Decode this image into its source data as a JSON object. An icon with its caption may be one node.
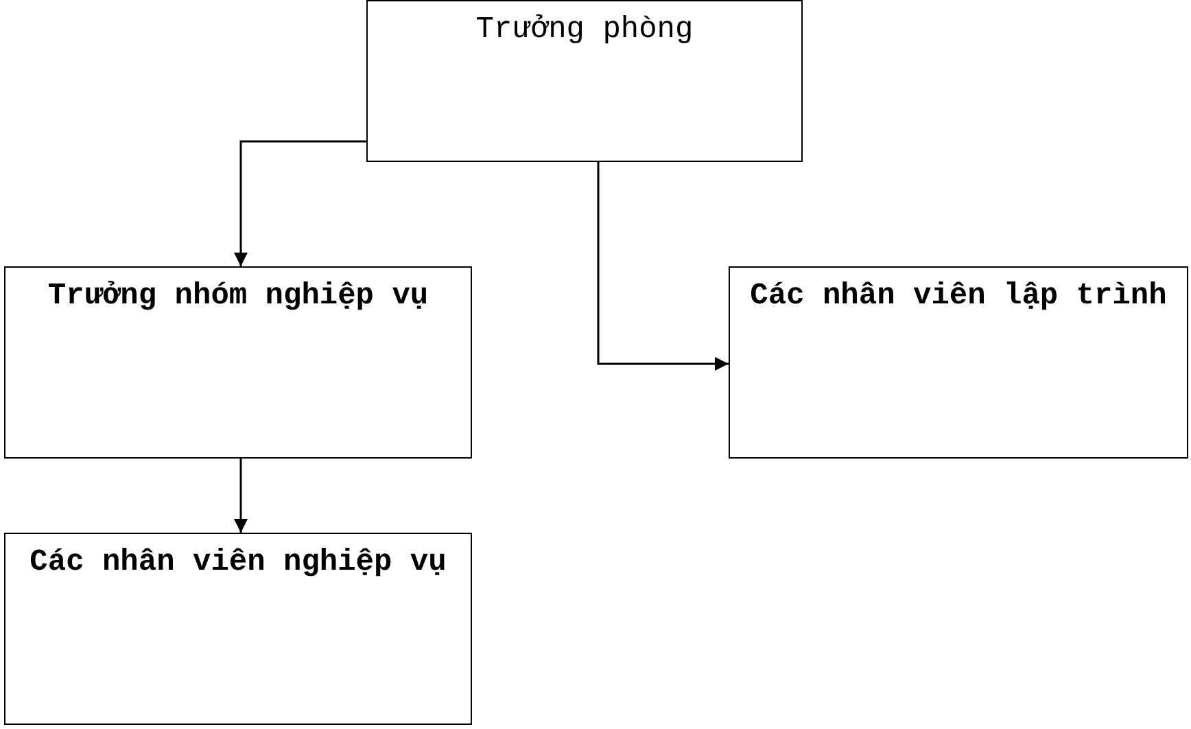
{
  "diagram": {
    "nodes": [
      {
        "text": [
          "Trưởng phòng"
        ]
      },
      {
        "text": [
          "Trưởng nhóm nghiệp vụ"
        ]
      },
      {
        "text": [
          "Các nhân viên lập trình"
        ]
      },
      {
        "text": [
          "Các nhân viên nghiệp vụ"
        ]
      }
    ],
    "edges": [
      {
        "from": 0,
        "to": 1,
        "arrow": "to"
      },
      {
        "from": 0,
        "to": 2,
        "arrow": "to"
      },
      {
        "from": 1,
        "to": 3,
        "arrow": "to"
      }
    ]
  }
}
